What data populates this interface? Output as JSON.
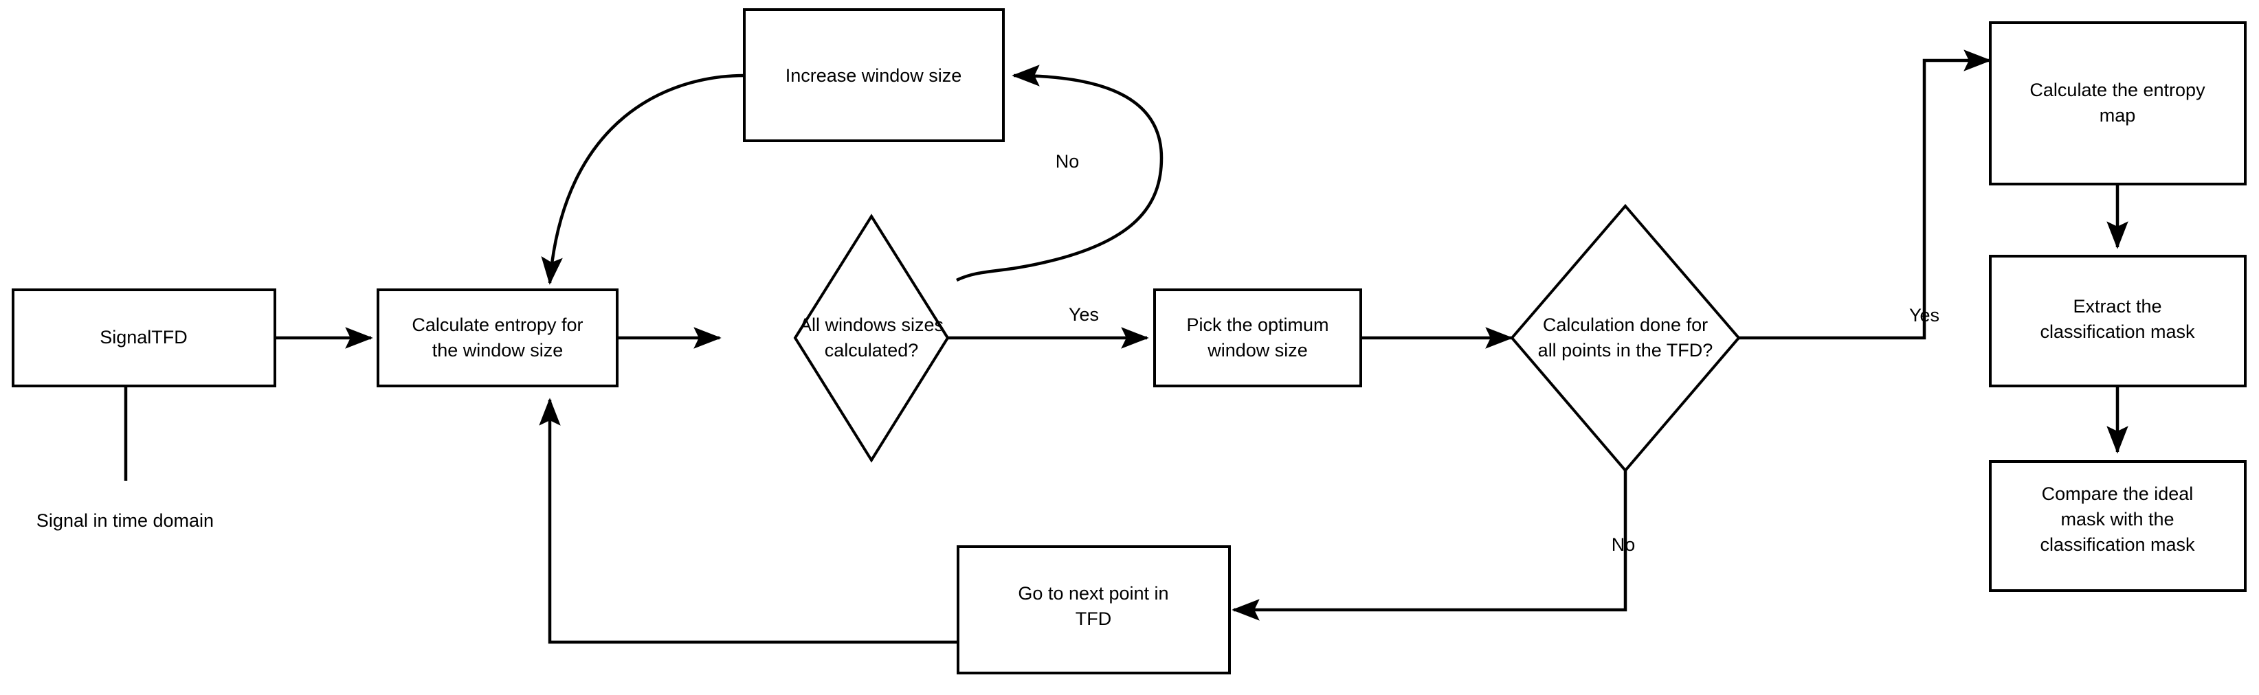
{
  "diagram": {
    "title": "Entropy-based window size optimisation flowchart",
    "background_color": "#ffffff",
    "stroke_color": "#000000",
    "fill_color": "#ffffff",
    "nodes": {
      "signal_tfd": {
        "label": "SignalTFD",
        "shape": "rectangle"
      },
      "calculate_entropy": {
        "line1": "Calculate entropy for",
        "line2": "the window size",
        "shape": "rectangle"
      },
      "increase_window": {
        "label": "Increase window size",
        "shape": "rectangle"
      },
      "all_windows_decision": {
        "line1": "All windows sizes",
        "line2": "calculated?",
        "shape": "diamond"
      },
      "pick_optimum": {
        "line1": "Pick the optimum",
        "line2": "window size",
        "shape": "rectangle"
      },
      "calculation_done_decision": {
        "line1": "Calculation done for",
        "line2": "all points in the TFD?",
        "shape": "diamond"
      },
      "go_next_point": {
        "line1": "Go to next point in",
        "line2": "TFD",
        "shape": "rectangle"
      },
      "entropy_map": {
        "line1": "Calculate the entropy",
        "line2": "map",
        "shape": "rectangle"
      },
      "extract_mask": {
        "line1": "Extract the",
        "line2": "classification mask",
        "shape": "rectangle"
      },
      "compare_masks": {
        "line1": "Compare the ideal",
        "line2": "mask with the",
        "line3": "classification mask",
        "shape": "rectangle"
      }
    },
    "edge_labels": {
      "no_windows": "No",
      "yes_windows": "Yes",
      "yes_points": "Yes",
      "no_points": "No"
    },
    "captions": {
      "signal_input": "Signal in time domain"
    }
  }
}
